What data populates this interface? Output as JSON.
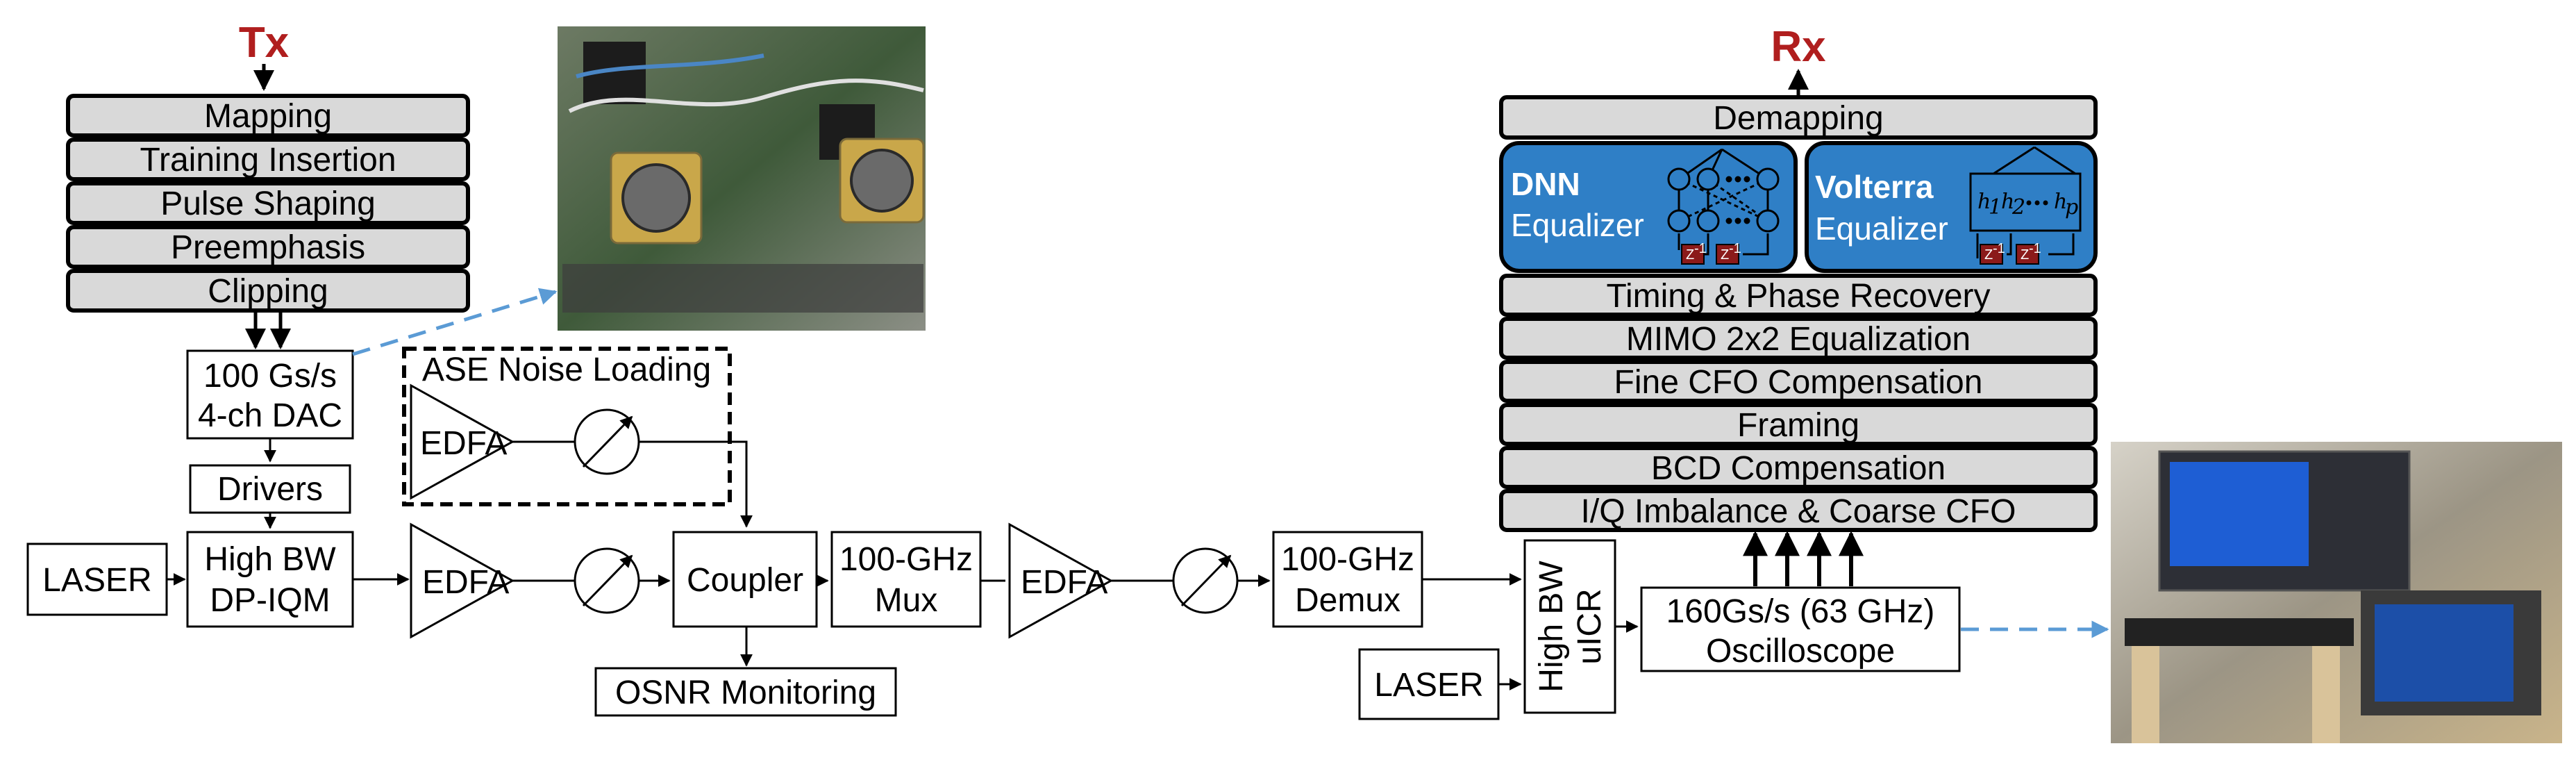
{
  "tx": {
    "title": "Tx",
    "stack": [
      "Mapping",
      "Training Insertion",
      "Pulse Shaping",
      "Preemphasis",
      "Clipping"
    ]
  },
  "dac": {
    "line1": "100 Gs/s",
    "line2": "4-ch DAC"
  },
  "drivers": "Drivers",
  "laser_tx": "LASER",
  "iqm": {
    "line1": "High BW",
    "line2": "DP-IQM"
  },
  "ase": {
    "title": "ASE Noise Loading",
    "edfa": "EDFA"
  },
  "edfa1": "EDFA",
  "coupler": "Coupler",
  "osnr": "OSNR Monitoring",
  "mux": {
    "line1": "100-GHz",
    "line2": "Mux"
  },
  "edfa2": "EDFA",
  "demux": {
    "line1": "100-GHz",
    "line2": "Demux"
  },
  "laser_rx": "LASER",
  "icr": {
    "line1": "High BW",
    "line2": "uICR"
  },
  "scope": {
    "line1": "160Gs/s (63 GHz)",
    "line2": "Oscilloscope"
  },
  "rx": {
    "title": "Rx",
    "demapping": "Demapping",
    "dnn": {
      "name": "DNN",
      "label": "Equalizer"
    },
    "volterra": {
      "name": "Volterra",
      "label": "Equalizer",
      "h1": "h",
      "h1sub": "1",
      "h2": "h",
      "h2sub": "2",
      "hp": "h",
      "hpsub": "p"
    },
    "z_label": "Z",
    "z_sup": "-1",
    "stack": [
      "Timing & Phase Recovery",
      "MIMO 2x2 Equalization",
      "Fine CFO Compensation",
      "Framing",
      "BCD Compensation",
      "I/Q Imbalance & Coarse CFO"
    ]
  },
  "colors": {
    "tx_rx_title": "#b01e1e",
    "stack_fill": "#d9d9d9",
    "equalizer_fill": "#2f7fc6",
    "z_fill": "#8b1a1a",
    "photo_arrow": "#5b9bd5"
  }
}
